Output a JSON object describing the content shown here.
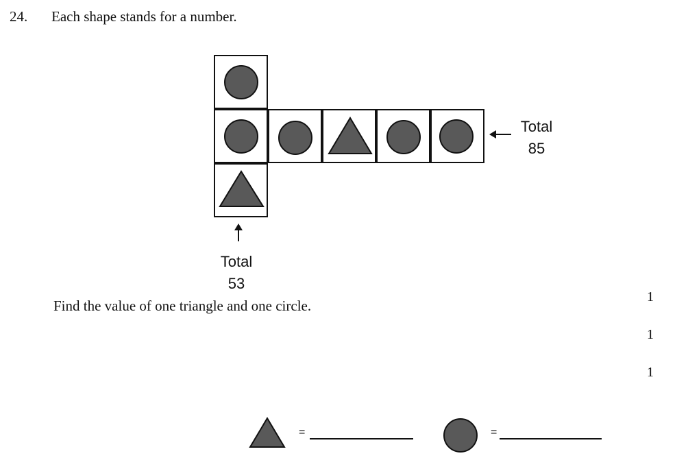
{
  "question": {
    "number": "24.",
    "text": "Each shape stands for a number."
  },
  "diagram": {
    "fill_color": "#595959",
    "stroke_color": "#111111",
    "vertical_column": [
      "circle",
      "circle",
      "triangle"
    ],
    "horizontal_row": [
      "circle",
      "circle",
      "triangle",
      "circle",
      "circle"
    ],
    "row_total": {
      "label": "Total",
      "value": "85"
    },
    "column_total": {
      "label": "Total",
      "value": "53"
    }
  },
  "instruction": "Find the value of one triangle and one circle.",
  "marks": [
    "1",
    "1",
    "1"
  ],
  "answers": {
    "triangle_equals": "=",
    "circle_equals": "="
  }
}
